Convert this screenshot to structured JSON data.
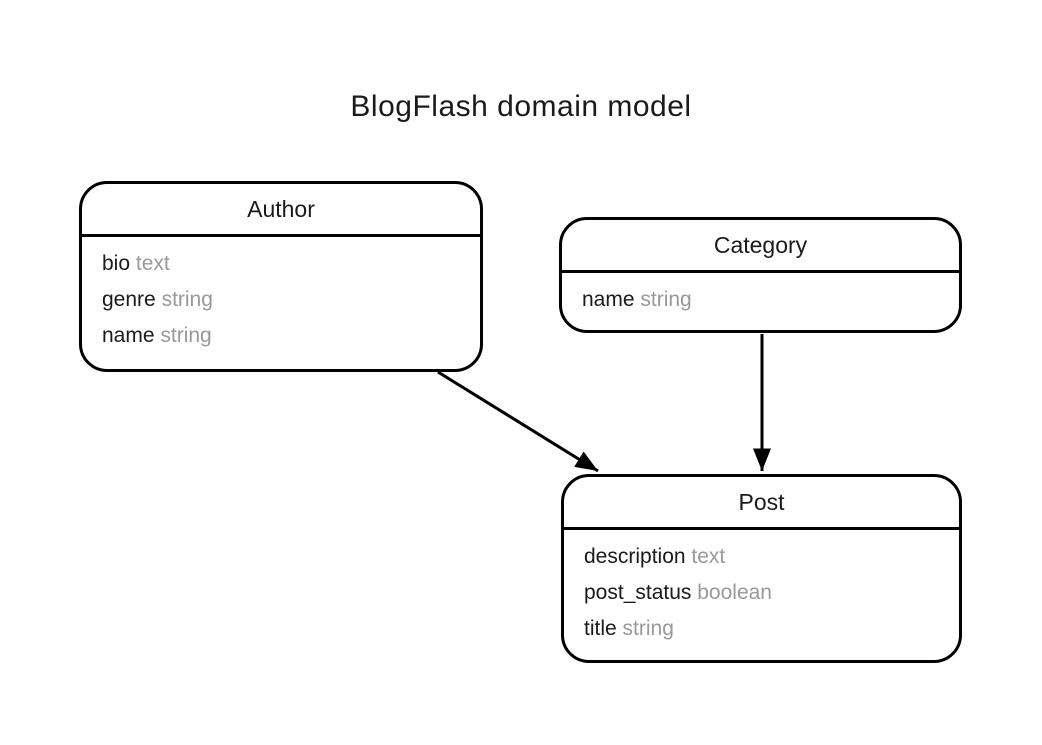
{
  "diagram": {
    "title": "BlogFlash domain model",
    "entities": [
      {
        "id": "author",
        "name": "Author",
        "fields": [
          {
            "name": "bio",
            "type": "text"
          },
          {
            "name": "genre",
            "type": "string"
          },
          {
            "name": "name",
            "type": "string"
          }
        ]
      },
      {
        "id": "category",
        "name": "Category",
        "fields": [
          {
            "name": "name",
            "type": "string"
          }
        ]
      },
      {
        "id": "post",
        "name": "Post",
        "fields": [
          {
            "name": "description",
            "type": "text"
          },
          {
            "name": "post_status",
            "type": "boolean"
          },
          {
            "name": "title",
            "type": "string"
          }
        ]
      }
    ],
    "relations": [
      {
        "from": "Author",
        "to": "Post",
        "style": "solid-arrow"
      },
      {
        "from": "Category",
        "to": "Post",
        "style": "solid-arrow"
      }
    ],
    "colors": {
      "background": "#ffffff",
      "line": "#000000",
      "entity_border": "#000000",
      "field_name_text": "#1a1a1a",
      "field_type_text": "#999999"
    }
  }
}
